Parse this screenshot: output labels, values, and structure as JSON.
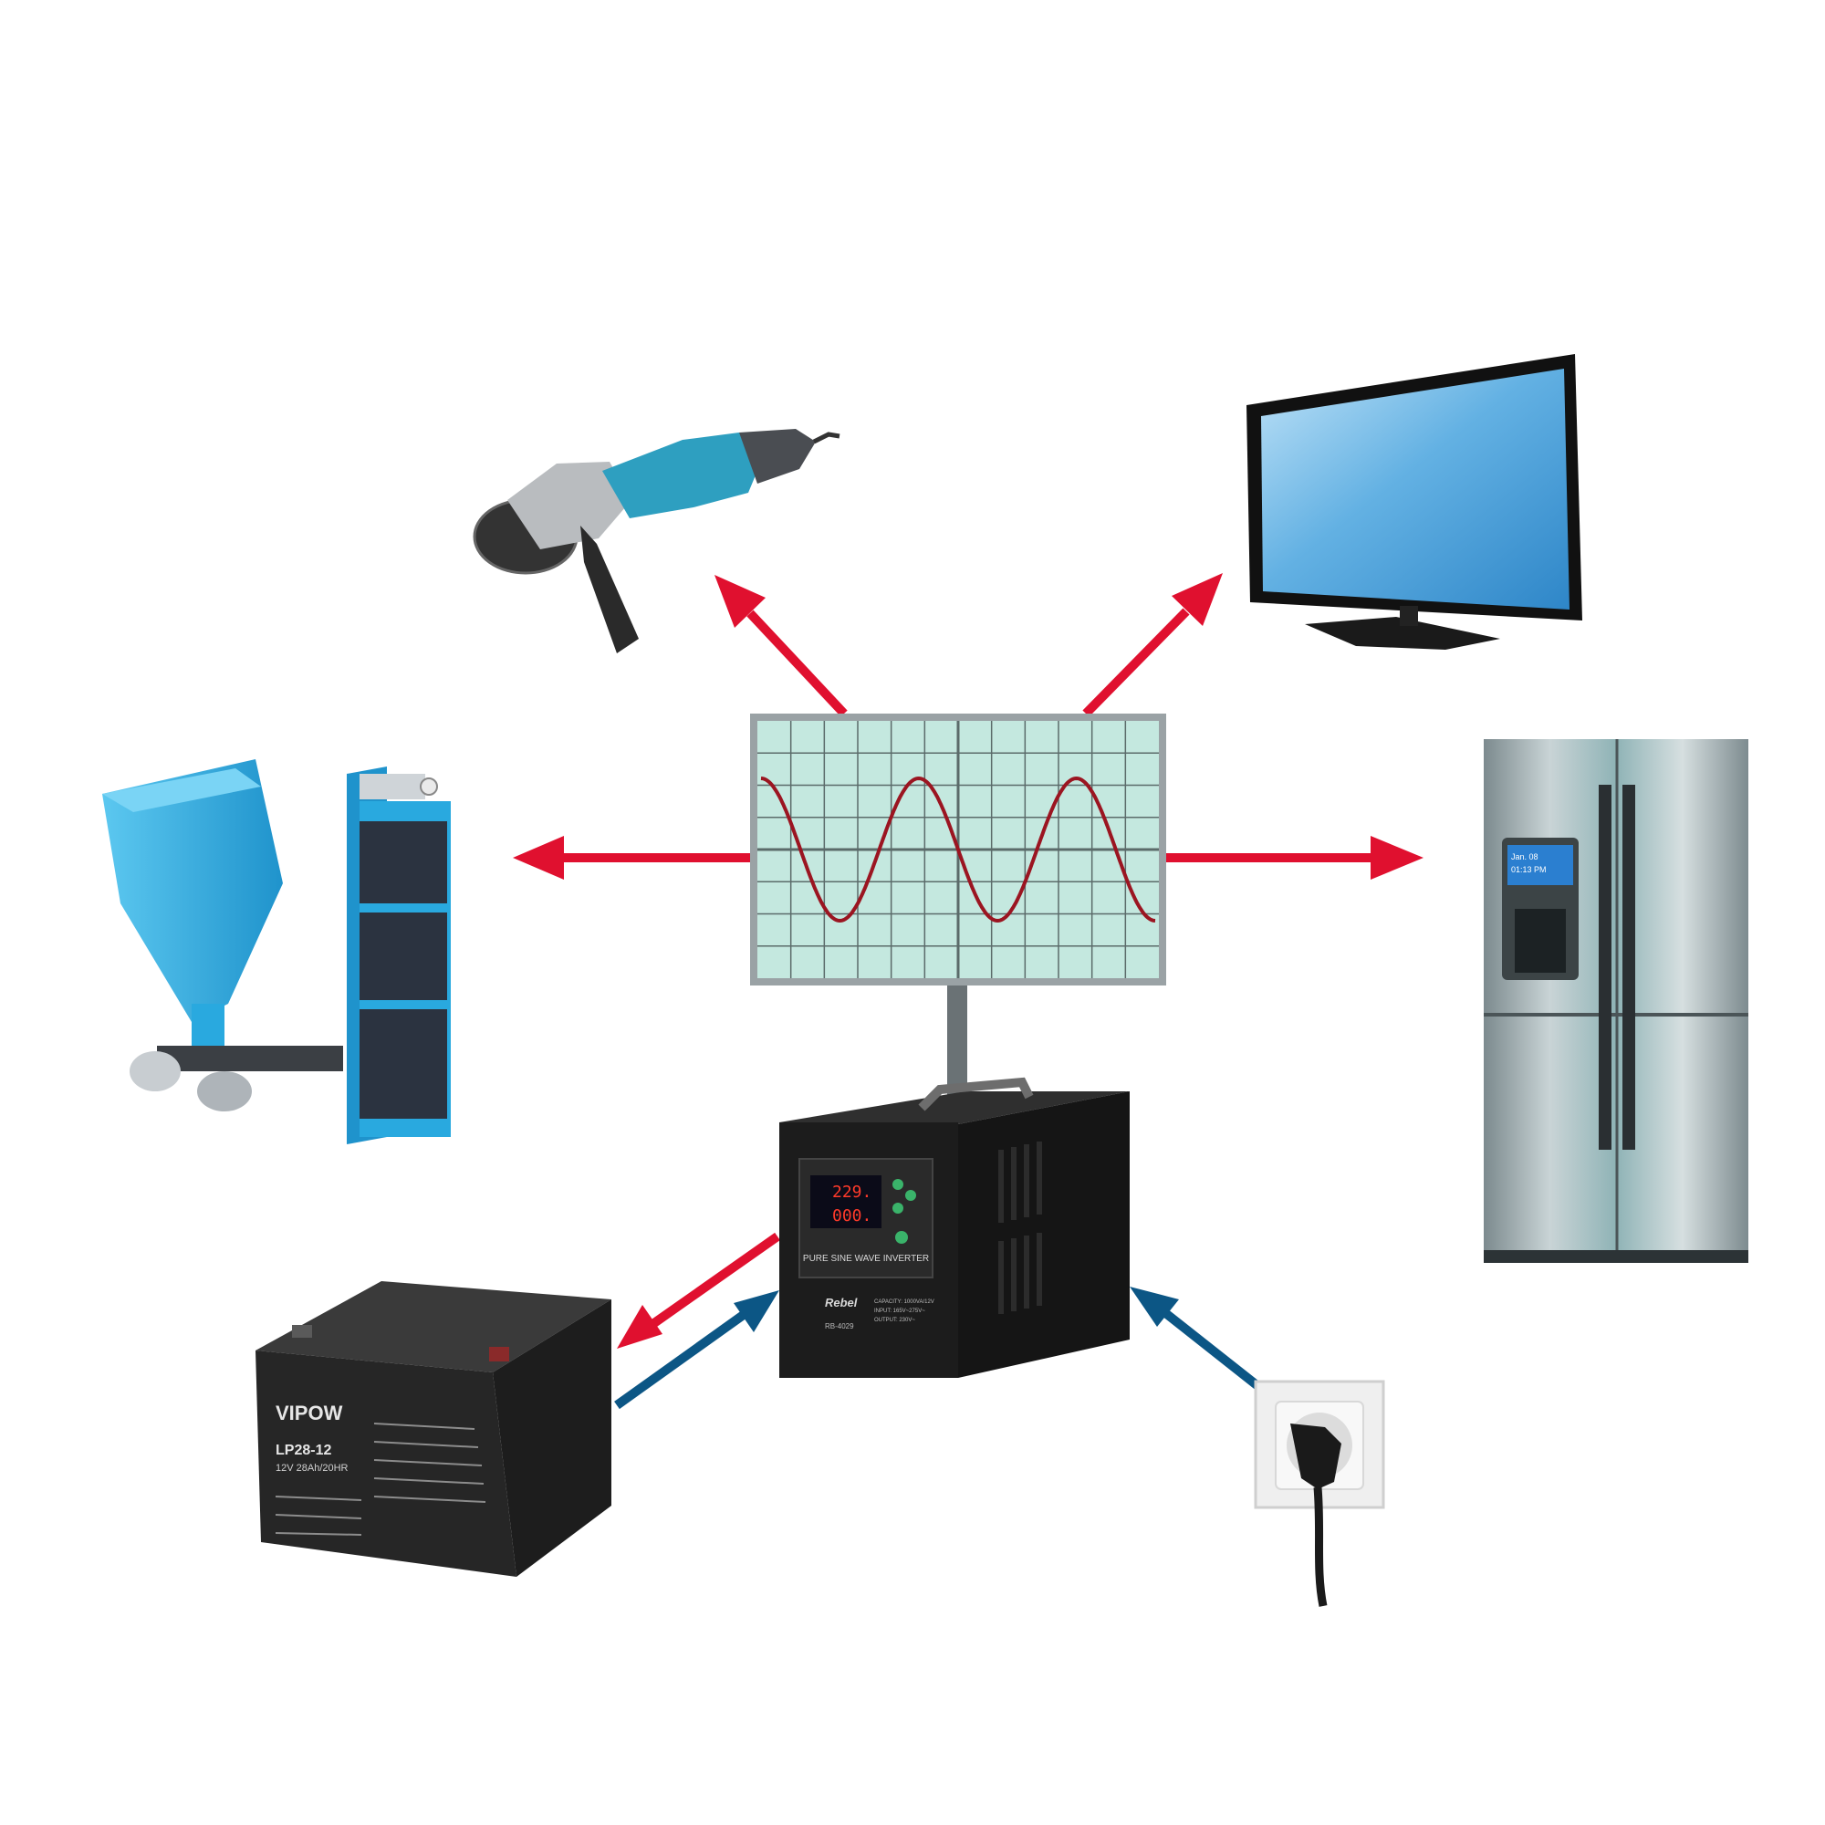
{
  "colors": {
    "load_arrow": "#e0102f",
    "grid_arrow": "#0c5685",
    "scope_screen": "#c4e8df",
    "scope_grid": "#5b6b6a",
    "scope_frame": "#9aa2a5",
    "sine": "#9b1521",
    "inverter_body": "#1c1c1c",
    "battery_body": "#262626",
    "boiler_blue": "#29a9df",
    "tv_screen": "#3e9bd6",
    "fridge_steel": "#8fb3b6"
  },
  "icons": {
    "oscilloscope": "sine-wave-screen",
    "inverter": "pure-sine-inverter",
    "battery": "agm-battery",
    "socket": "wall-socket-plug",
    "grinder": "angle-grinder",
    "tv": "flat-tv",
    "boiler": "pellet-boiler",
    "fridge": "side-by-side-fridge"
  },
  "inverter": {
    "brand": "Rebel",
    "model": "RB-4029",
    "panel_title": "PURE SINE WAVE INVERTER",
    "display_top": "229.",
    "display_bottom": "000.",
    "spec_capacity": "CAPACITY: 1000VA/12V",
    "spec_input": "INPUT: 165V~275V~",
    "spec_output": "OUTPUT: 230V~"
  },
  "battery": {
    "brand": "VIPOW",
    "model": "LP28-12",
    "rating": "12V 28Ah/20HR"
  },
  "fridge": {
    "display_date": "Jan. 08",
    "display_time": "01:13 PM"
  }
}
